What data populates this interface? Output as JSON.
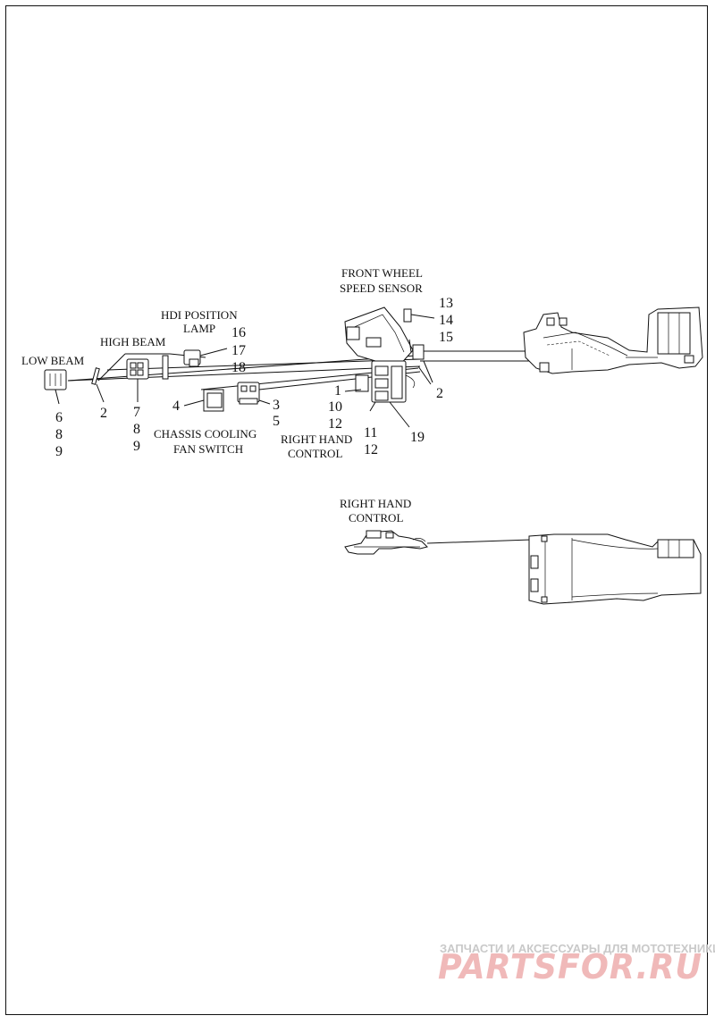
{
  "labels": {
    "front_wheel_speed_sensor_1": "FRONT WHEEL",
    "front_wheel_speed_sensor_2": "SPEED SENSOR",
    "hdi_position_lamp_1": "HDI POSITION",
    "hdi_position_lamp_2": "LAMP",
    "high_beam": "HIGH BEAM",
    "low_beam": "LOW BEAM",
    "chassis_cooling_1": "CHASSIS COOLING",
    "chassis_cooling_2": "FAN SWITCH",
    "right_hand_control_1": "RIGHT HAND",
    "right_hand_control_2": "CONTROL",
    "right_hand_control_b1": "RIGHT HAND",
    "right_hand_control_b2": "CONTROL"
  },
  "callouts": {
    "n13": "13",
    "n14": "14",
    "n15": "15",
    "n16": "16",
    "n17": "17",
    "n18": "18",
    "n2a": "2",
    "n2b": "2",
    "n6": "6",
    "n8a": "8",
    "n9a": "9",
    "n7": "7",
    "n8b": "8",
    "n9b": "9",
    "n4": "4",
    "n3": "3",
    "n5": "5",
    "n1": "1",
    "n10": "10",
    "n12a": "12",
    "n11": "11",
    "n12b": "12",
    "n19": "19"
  },
  "watermark": {
    "tagline": "ЗАПЧАСТИ И АКСЕССУАРЫ ДЛЯ МОТОТЕХНИКИ",
    "logo": "PARTSFOR.RU"
  }
}
